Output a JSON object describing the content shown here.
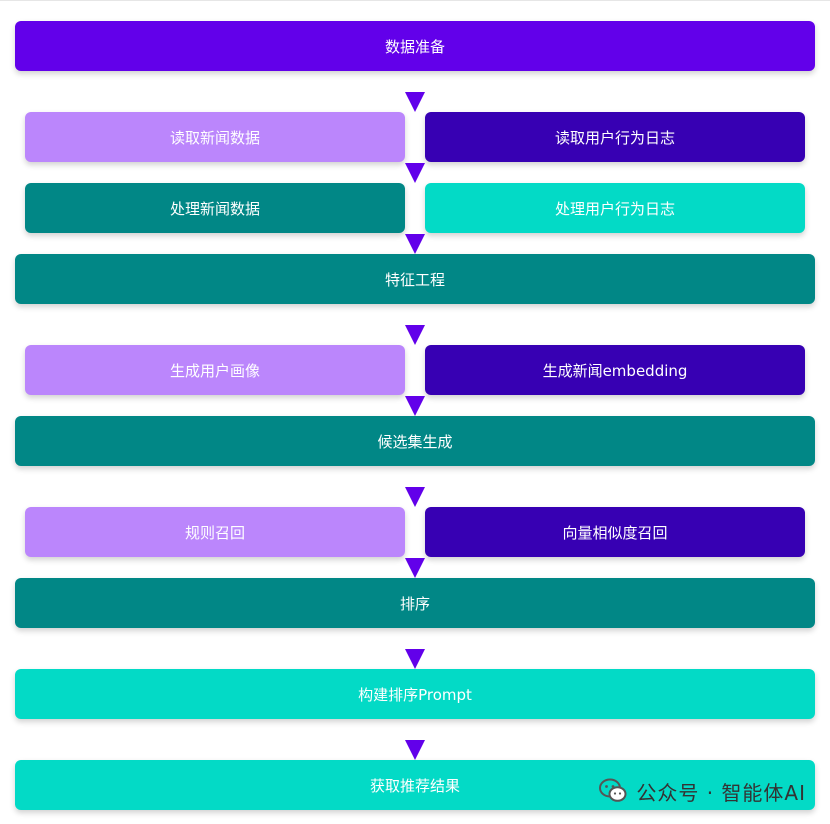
{
  "nodes": {
    "data_prep": "数据准备",
    "read_news": "读取新闻数据",
    "read_user_log": "读取用户行为日志",
    "process_news": "处理新闻数据",
    "process_user_log": "处理用户行为日志",
    "feature_eng": "特征工程",
    "user_profile": "生成用户画像",
    "news_embedding": "生成新闻embedding",
    "candidate_gen": "候选集生成",
    "rule_recall": "规则召回",
    "vector_recall": "向量相似度召回",
    "ranking": "排序",
    "build_prompt": "构建排序Prompt",
    "get_result": "获取推荐结果"
  },
  "watermark": {
    "text": "公众号 · 智能体AI"
  },
  "colors": {
    "purple": "#6200ea",
    "lavender": "#bb86fc",
    "indigo": "#3700b3",
    "teal": "#018786",
    "cyan": "#03dac6"
  }
}
